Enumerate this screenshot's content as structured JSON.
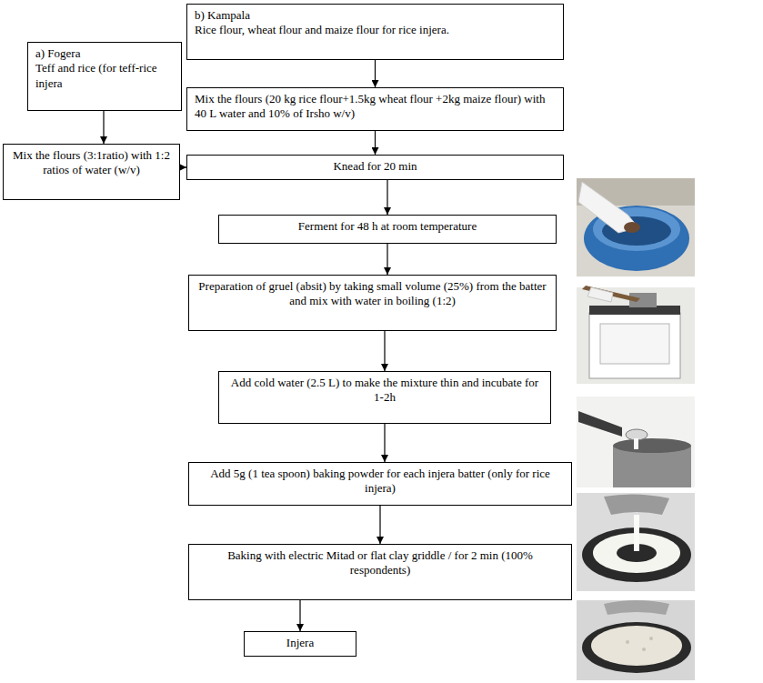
{
  "diagram": {
    "nodes": [
      {
        "text": [
          "a) Fogera",
          "Teff and rice (for teff-rice injera"
        ]
      },
      {
        "text": [
          "b) Kampala",
          "Rice flour, wheat flour and maize flour for rice injera."
        ]
      },
      {
        "text": [
          "Mix the flours (20 kg rice flour+1.5kg wheat flour +2kg maize flour) with 40 L water and 10% of Irsho w/v)"
        ]
      },
      {
        "text": [
          "Mix the flours (3:1ratio) with 1:2 ratios of water (w/v)"
        ]
      },
      {
        "text": [
          "Knead for 20 min"
        ]
      },
      {
        "text": [
          "Ferment for 48 h at room temperature"
        ]
      },
      {
        "text": [
          "Preparation of gruel (absit) by taking small volume (25%) from the batter and mix with water in boiling (1:2)"
        ]
      },
      {
        "text": [
          "Add cold water (2.5 L) to make the mixture thin and incubate for 1-2h"
        ]
      },
      {
        "text": [
          "Add 5g (1 tea spoon) baking powder for each injera batter (only for rice injera)"
        ]
      },
      {
        "text": [
          "Baking with electric Mitad or flat clay griddle / for 2 min (100% respondents)"
        ]
      },
      {
        "text": [
          "Injera"
        ]
      }
    ],
    "edges": [
      {
        "from": 0,
        "to": 3,
        "arrow": "to"
      },
      {
        "from": 3,
        "to": 4,
        "arrow": "to"
      },
      {
        "from": 1,
        "to": 2,
        "arrow": "to"
      },
      {
        "from": 2,
        "to": 4,
        "arrow": "to"
      },
      {
        "from": 4,
        "to": 5,
        "arrow": "to"
      },
      {
        "from": 5,
        "to": 6,
        "arrow": "to"
      },
      {
        "from": 6,
        "to": 7,
        "arrow": "to"
      },
      {
        "from": 7,
        "to": 8,
        "arrow": "to"
      },
      {
        "from": 8,
        "to": 9,
        "arrow": "to"
      },
      {
        "from": 9,
        "to": 10,
        "arrow": "to"
      }
    ]
  }
}
